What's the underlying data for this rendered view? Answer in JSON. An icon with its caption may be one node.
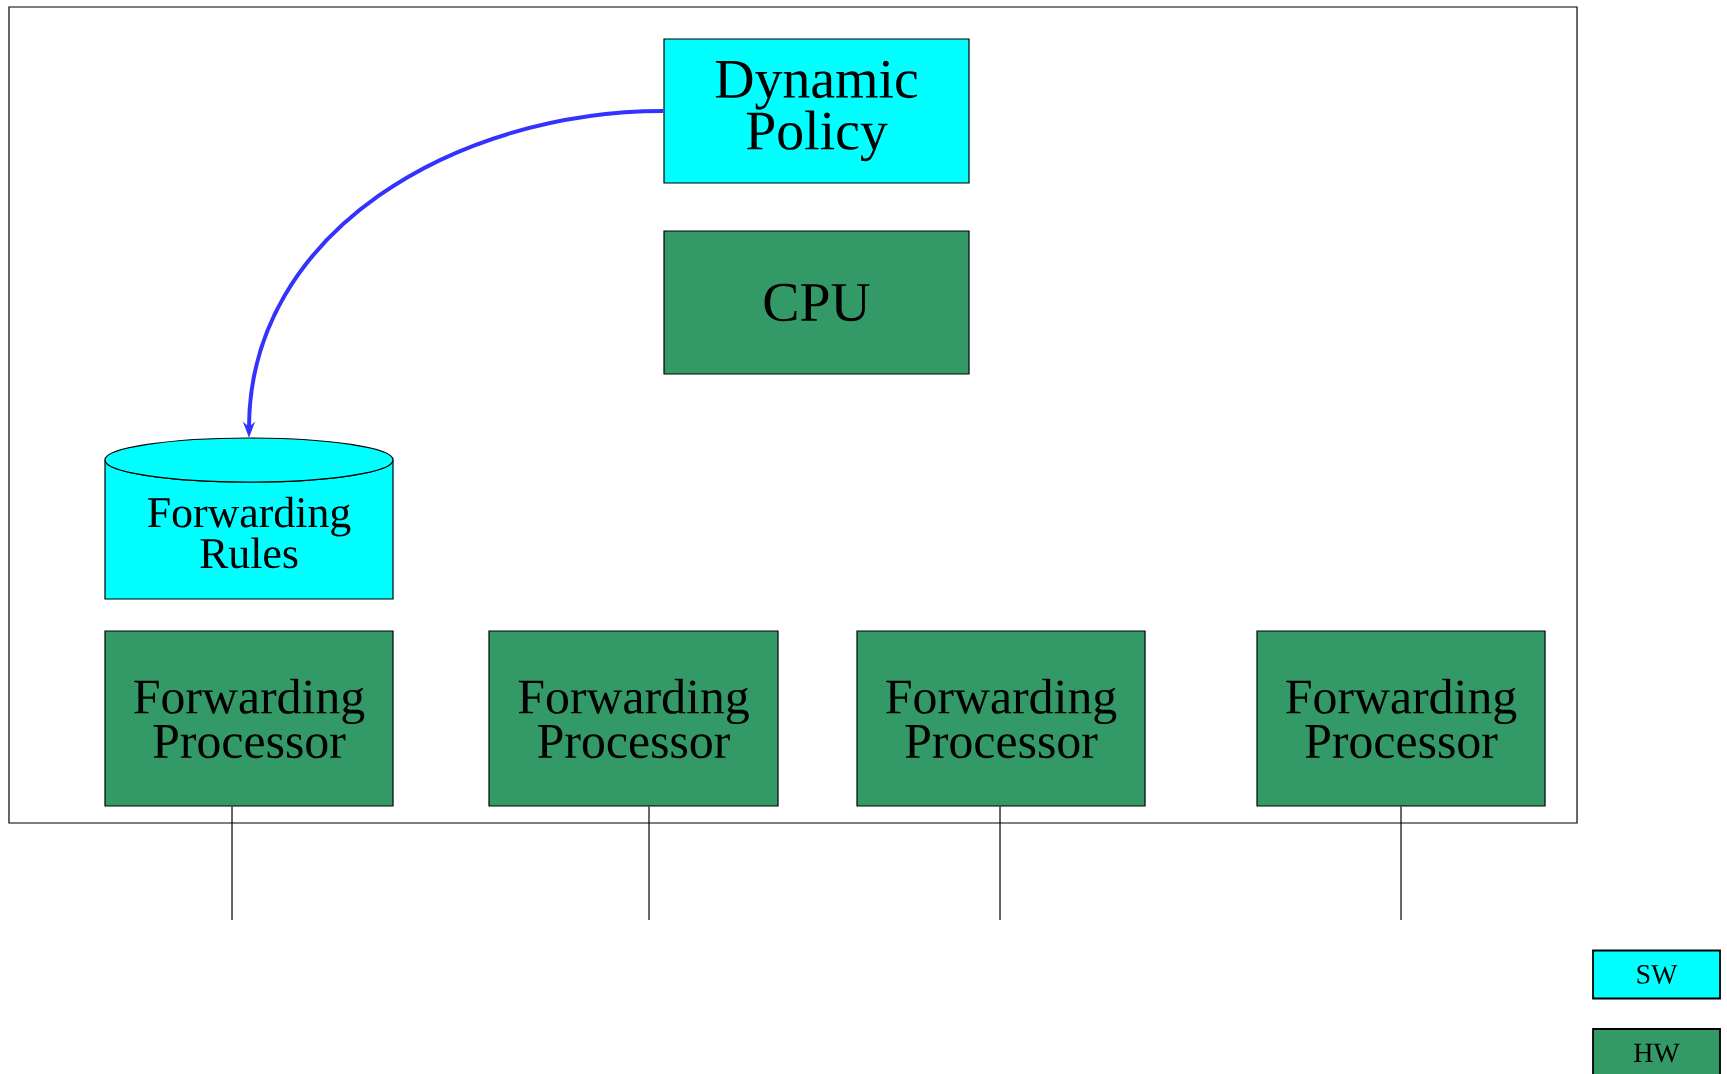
{
  "diagram": {
    "nodes": [
      {
        "text": [],
        "shape": "box"
      },
      {
        "text": [
          "Dynamic Policy"
        ],
        "in": 0
      },
      {
        "text": [
          "CPU"
        ],
        "in": 0
      },
      {
        "text": [
          "Forwarding Rules"
        ],
        "in": 0
      },
      {
        "text": [
          "Forwarding Processor"
        ],
        "in": 0
      },
      {
        "text": [
          "Forwarding Processor"
        ],
        "in": 0
      },
      {
        "text": [
          "Forwarding Processor"
        ],
        "in": 0
      },
      {
        "text": [
          "Forwarding Processor"
        ],
        "in": 0
      }
    ],
    "edges": [
      {
        "from": 1,
        "to": 3,
        "arrow": "to",
        "style": "thick",
        "color": "#3333ff"
      },
      {
        "from": 4,
        "to": null,
        "arrow": "none"
      },
      {
        "from": 5,
        "to": null,
        "arrow": "none"
      },
      {
        "from": 6,
        "to": null,
        "arrow": "none"
      },
      {
        "from": 7,
        "to": null,
        "arrow": "none"
      }
    ],
    "legend": [
      {
        "text": "SW",
        "color": "#00ffff"
      },
      {
        "text": "HW",
        "color": "#339966"
      }
    ]
  }
}
